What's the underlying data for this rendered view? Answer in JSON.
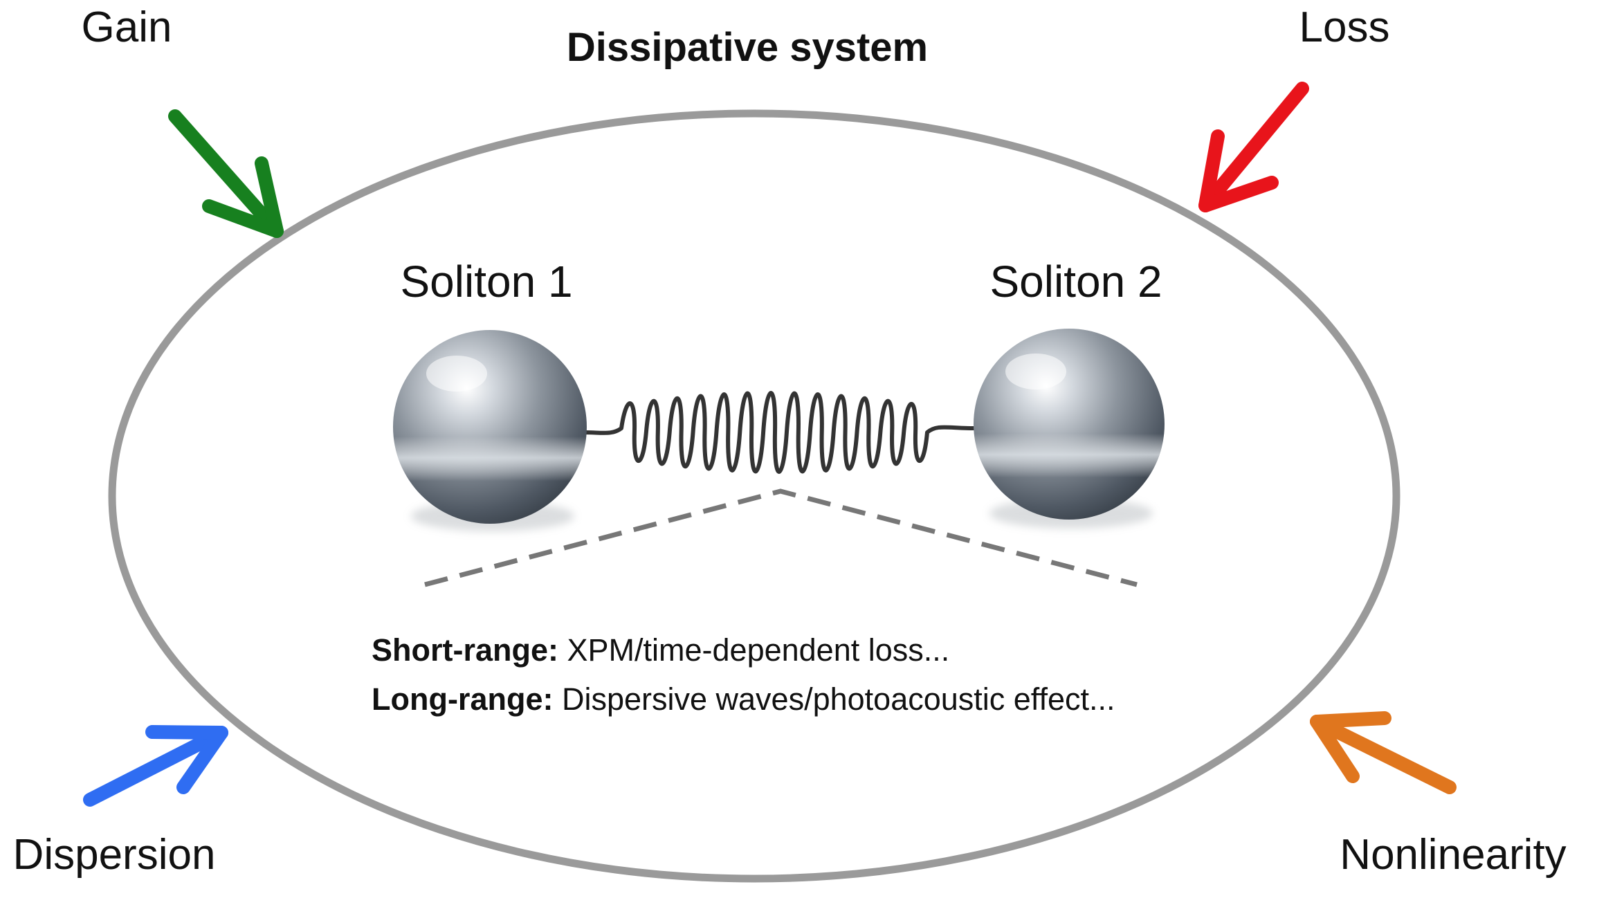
{
  "title": "Dissipative system",
  "inputs": {
    "gain": {
      "label": "Gain",
      "color": "#17801f"
    },
    "loss": {
      "label": "Loss",
      "color": "#e8141b"
    },
    "dispersion": {
      "label": "Dispersion",
      "color": "#2f6df2"
    },
    "nonlinearity": {
      "label": "Nonlinearity",
      "color": "#e0761e"
    }
  },
  "solitons": [
    {
      "label": "Soliton 1",
      "icon": "sphere-icon"
    },
    {
      "label": "Soliton 2",
      "icon": "sphere-icon"
    }
  ],
  "coupling": {
    "icon": "spring-icon"
  },
  "interactions": [
    {
      "label": "Short-range:",
      "text": " XPM/time-dependent loss..."
    },
    {
      "label": "Long-range:",
      "text": " Dispersive waves/photoacoustic effect..."
    }
  ],
  "colors": {
    "ellipse_stroke": "#9a9a9a",
    "dash_line": "#777777",
    "spring": "#333333"
  }
}
